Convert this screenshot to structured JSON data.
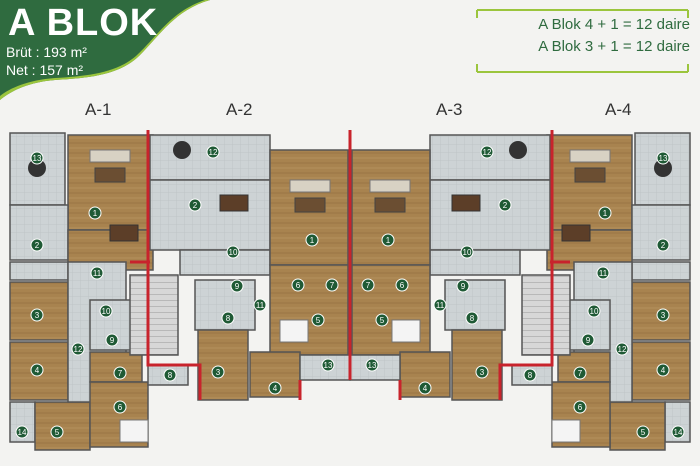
{
  "header": {
    "title": "A BLOK",
    "gross_area": "Brüt : 193 m²",
    "net_area": "Net  : 157 m²",
    "summary": [
      "A Blok 4 + 1 = 12 daire",
      "A Blok 3 + 1 = 12 daire"
    ]
  },
  "units": [
    "A-1",
    "A-2",
    "A-3",
    "A-4"
  ],
  "colors": {
    "brand_green": "#2f6b3f",
    "accent_lime": "#9bc53d",
    "wall_red": "#c8232c",
    "wood": "#a8834f",
    "tile": "#c9cfd1"
  }
}
